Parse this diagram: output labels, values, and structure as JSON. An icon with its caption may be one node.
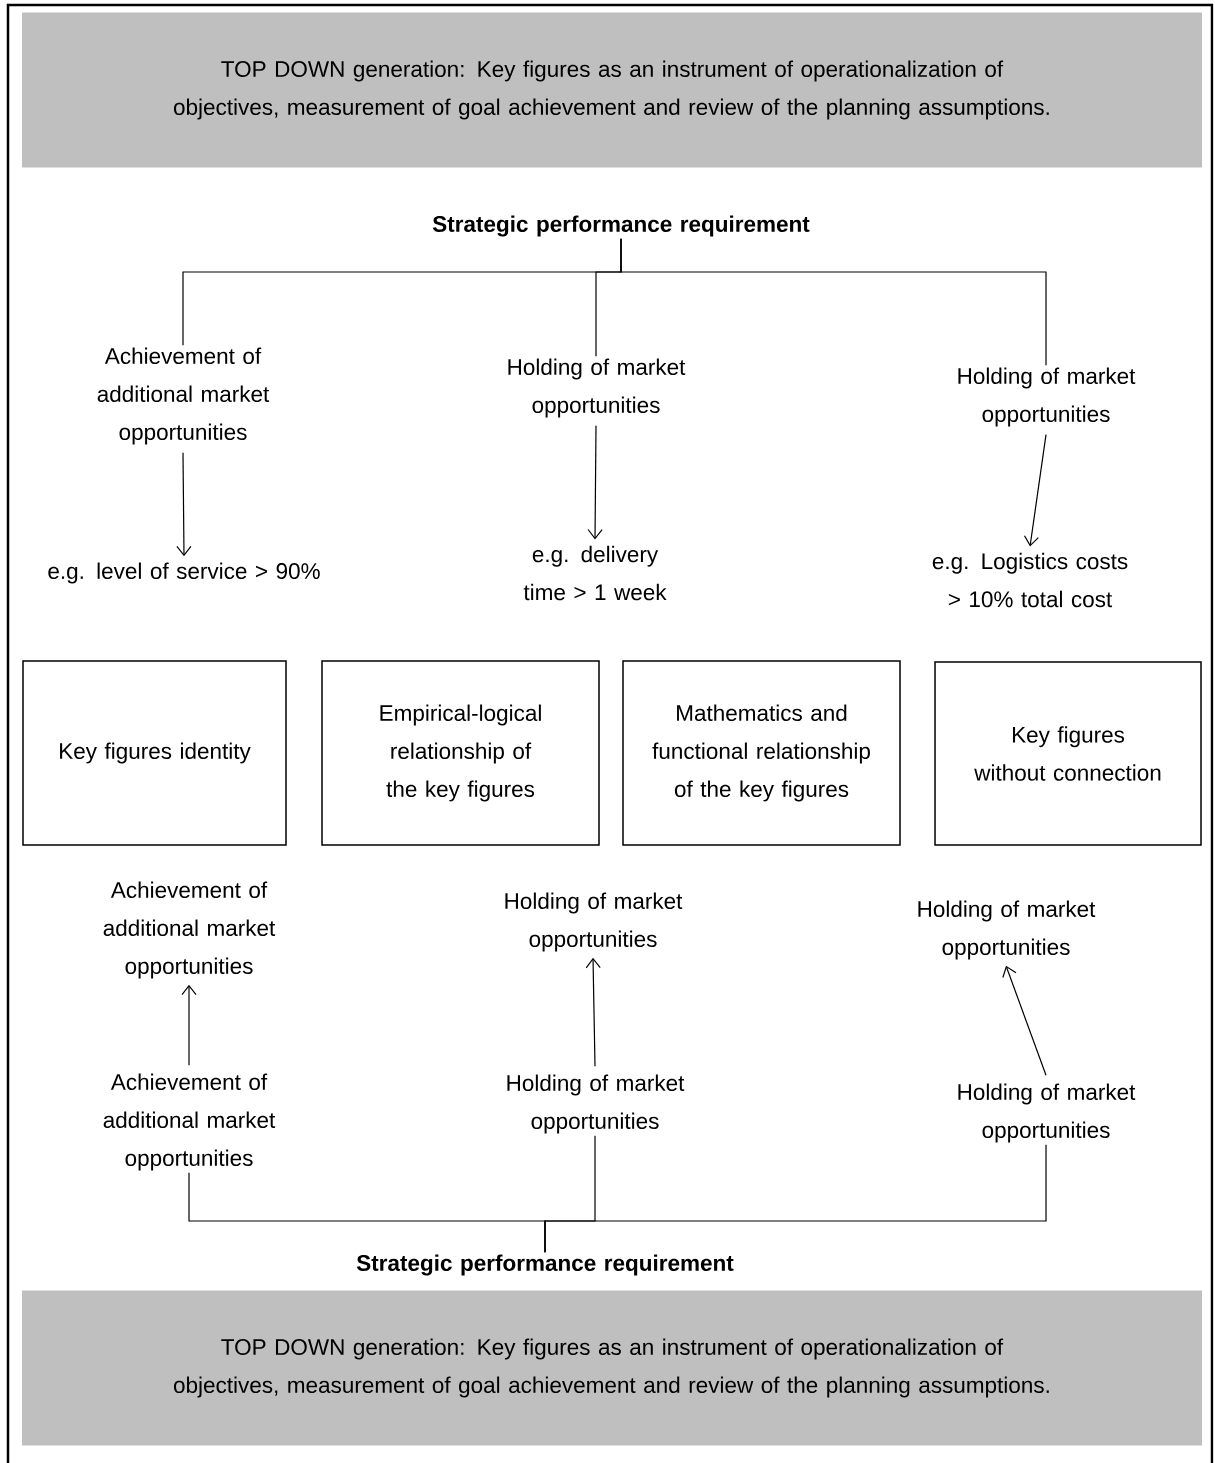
{
  "diagram": {
    "nodes": [
      {
        "text": [
          "TOP DOWN generation: Key figures as an instrument of operationalization of objectives, measurement of goal achievement and review of the planning assumptions."
        ]
      },
      {
        "text": [
          "Strategic performance requirement"
        ]
      },
      {
        "text": [
          "Achievement of additional market opportunities"
        ]
      },
      {
        "text": [
          "Holding of market opportunities"
        ]
      },
      {
        "text": [
          "Holding of market opportunities"
        ]
      },
      {
        "text": [
          "e.g. level of service > 90%"
        ]
      },
      {
        "text": [
          "e.g. delivery time > 1 week"
        ]
      },
      {
        "text": [
          "e.g. Logistics costs > 10% total cost"
        ]
      },
      {
        "text": [
          "Key figures identity"
        ]
      },
      {
        "text": [
          "Empirical-logical relationship of the key figures"
        ]
      },
      {
        "text": [
          "Mathematics and functional relationship of the key figures"
        ]
      },
      {
        "text": [
          "Key figures without connection"
        ]
      },
      {
        "text": [
          "Achievement of additional market opportunities"
        ]
      },
      {
        "text": [
          "Holding of market opportunities"
        ]
      },
      {
        "text": [
          "Holding of market opportunities"
        ]
      },
      {
        "text": [
          "Achievement of additional market opportunities"
        ]
      },
      {
        "text": [
          "Holding of market opportunities"
        ]
      },
      {
        "text": [
          "Holding of market opportunities"
        ]
      },
      {
        "text": [
          "Strategic performance requirement"
        ]
      },
      {
        "text": [
          "TOP DOWN generation: Key figures as an instrument of operationalization of objectives, measurement of goal achievement and review of the planning assumptions."
        ]
      }
    ],
    "edges": [
      {
        "from": 1,
        "to": 2,
        "arrow": "none"
      },
      {
        "from": 1,
        "to": 3,
        "arrow": "none"
      },
      {
        "from": 1,
        "to": 4,
        "arrow": "none"
      },
      {
        "from": 2,
        "to": 5,
        "arrow": "to"
      },
      {
        "from": 3,
        "to": 6,
        "arrow": "to"
      },
      {
        "from": 4,
        "to": 7,
        "arrow": "to"
      },
      {
        "from": 15,
        "to": 12,
        "arrow": "to"
      },
      {
        "from": 16,
        "to": 13,
        "arrow": "to"
      },
      {
        "from": 17,
        "to": 14,
        "arrow": "to"
      },
      {
        "from": 18,
        "to": 15,
        "arrow": "none"
      },
      {
        "from": 18,
        "to": 16,
        "arrow": "none"
      },
      {
        "from": 18,
        "to": 17,
        "arrow": "none"
      }
    ]
  }
}
